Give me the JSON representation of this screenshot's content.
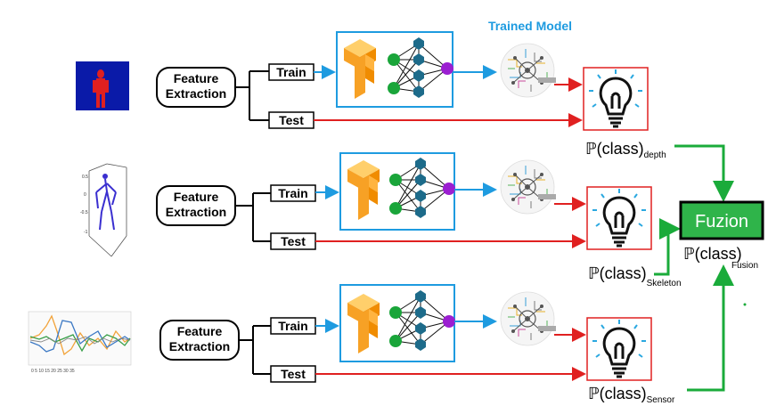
{
  "header": {
    "trained_model_label": "Trained Model"
  },
  "rows": [
    {
      "feature_label_line1": "Feature",
      "feature_label_line2": "Extraction",
      "train_label": "Train",
      "test_label": "Test",
      "prob_prefix": "ℙ(class)",
      "prob_subscript": "depth"
    },
    {
      "feature_label_line1": "Feature",
      "feature_label_line2": "Extraction",
      "train_label": "Train",
      "test_label": "Test",
      "prob_prefix": "ℙ(class)",
      "prob_subscript": "Skeleton"
    },
    {
      "feature_label_line1": "Feature",
      "feature_label_line2": "Extraction",
      "train_label": "Train",
      "test_label": "Test",
      "prob_prefix": "ℙ(class)",
      "prob_subscript": "Sensor"
    }
  ],
  "fusion": {
    "button_label": "Fuzion",
    "prob_prefix": "ℙ(class)",
    "prob_subscript": "Fusion"
  },
  "colors": {
    "train_arrow": "#1e9be0",
    "test_arrow": "#e02020",
    "fusion_arrow": "#1aab3a",
    "tf_orange": "#f7a125",
    "node_green": "#1aa53a",
    "node_teal": "#1d6b8a",
    "node_purple": "#9b1fd1",
    "fusion_box": "#2fb44a"
  }
}
